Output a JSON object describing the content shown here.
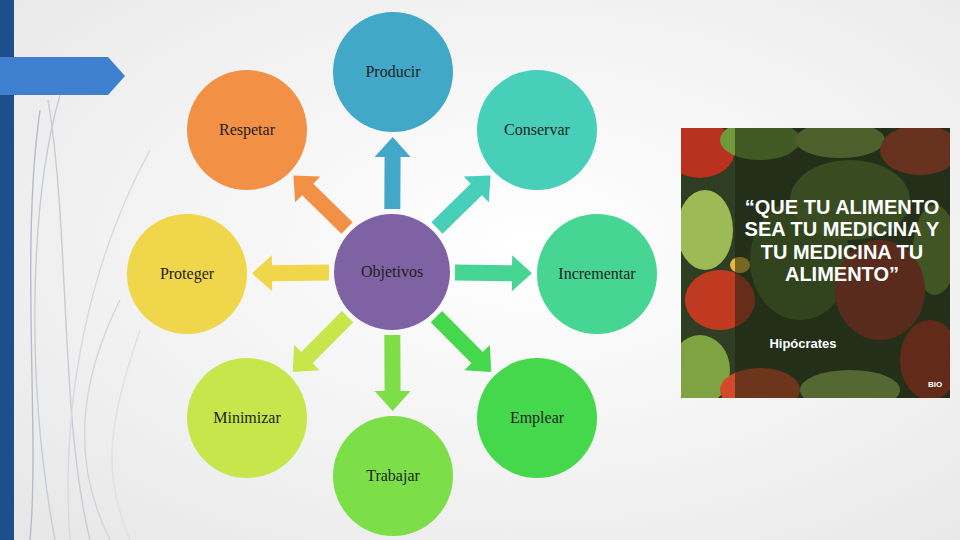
{
  "diagram": {
    "nodes": [
      {
        "text": [
          "Producir"
        ]
      },
      {
        "text": [
          "Respetar"
        ]
      },
      {
        "text": [
          "Conservar"
        ]
      },
      {
        "text": [
          "Proteger"
        ]
      },
      {
        "text": [
          "Objetivos"
        ]
      },
      {
        "text": [
          "Incrementar"
        ]
      },
      {
        "text": [
          "Minimizar"
        ]
      },
      {
        "text": [
          "Emplear"
        ]
      },
      {
        "text": [
          "Trabajar"
        ]
      }
    ],
    "edges": [
      {
        "from": 4,
        "to": 0,
        "arrow": "to"
      },
      {
        "from": 4,
        "to": 2,
        "arrow": "to"
      },
      {
        "from": 4,
        "to": 5,
        "arrow": "to"
      },
      {
        "from": 4,
        "to": 7,
        "arrow": "to"
      },
      {
        "from": 4,
        "to": 8,
        "arrow": "to"
      },
      {
        "from": 4,
        "to": 6,
        "arrow": "to"
      },
      {
        "from": 4,
        "to": 3,
        "arrow": "to"
      },
      {
        "from": 4,
        "to": 1,
        "arrow": "to"
      }
    ],
    "labels": [
      "“QUE TU ALIMENTO SEA TU MEDICINA Y TU MEDICINA TU ALIMENTO”",
      "Hipócrates",
      "BIO"
    ]
  }
}
